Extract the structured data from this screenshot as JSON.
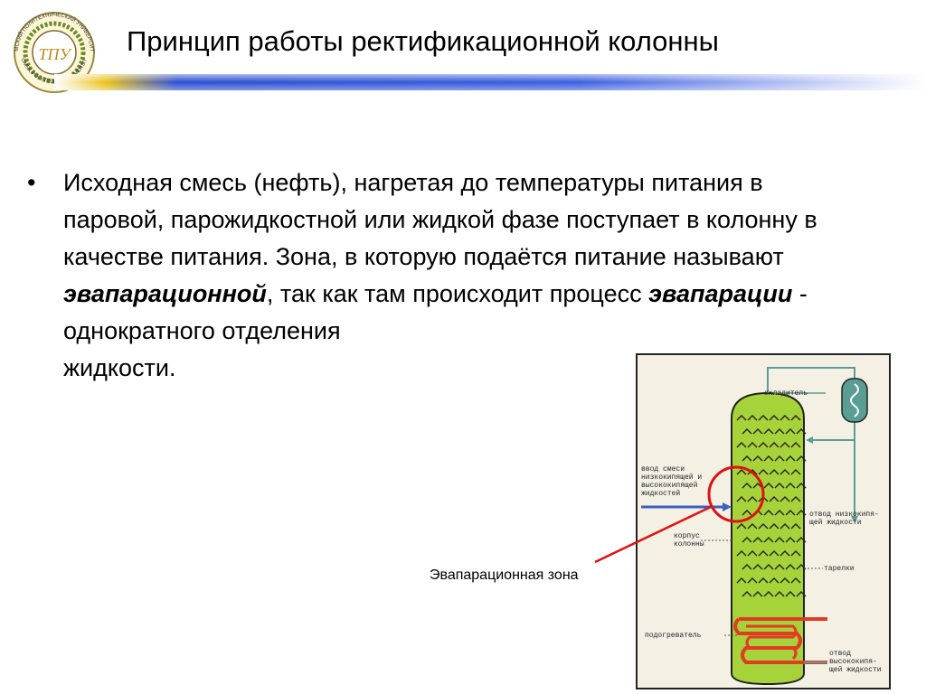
{
  "slide": {
    "title": "Принцип работы ректификационной колонны"
  },
  "logo": {
    "text_top": "ТОМСКИЙ ПОЛИТЕХНИЧЕСКИЙ УНИВЕРСИТЕТ",
    "text_bottom": "TOMSK POLYTECHNIC UNIVERSITY",
    "monogram": "ТПУ"
  },
  "bullet": {
    "part1": "Исходная смесь (нефть), нагретая до температуры питания в паровой, парожидкостной или жидкой фазе поступает в колонну в качестве питания. Зона, в которую подаётся питание называют ",
    "em1": "эвапарационной",
    "part2": ", так как там происходит процесс ",
    "em2": "эвапарации",
    "part3": " - однократного отделения",
    "part4": "жидкости."
  },
  "diagram": {
    "labels": {
      "cooler": "охладитель",
      "feed": "ввод смеси\nнизкокипящей и\nвысококипящей\nжидкостей",
      "shell": "корпус\nколонны",
      "low_boil_out": "отвод низкокипя-\nщей жидкости",
      "trays": "тарелки",
      "heater": "подогреватель",
      "high_boil_out": "отвод\nвысококипя-\nщей жидкости"
    },
    "colors": {
      "column": "#a6d23a",
      "pipe": "#5a9d93",
      "feed_arrow": "#3a62c4",
      "heater": "#e23b24",
      "highlight": "#e01010"
    }
  },
  "annotation": {
    "caption": "Эвапарационная зона"
  }
}
